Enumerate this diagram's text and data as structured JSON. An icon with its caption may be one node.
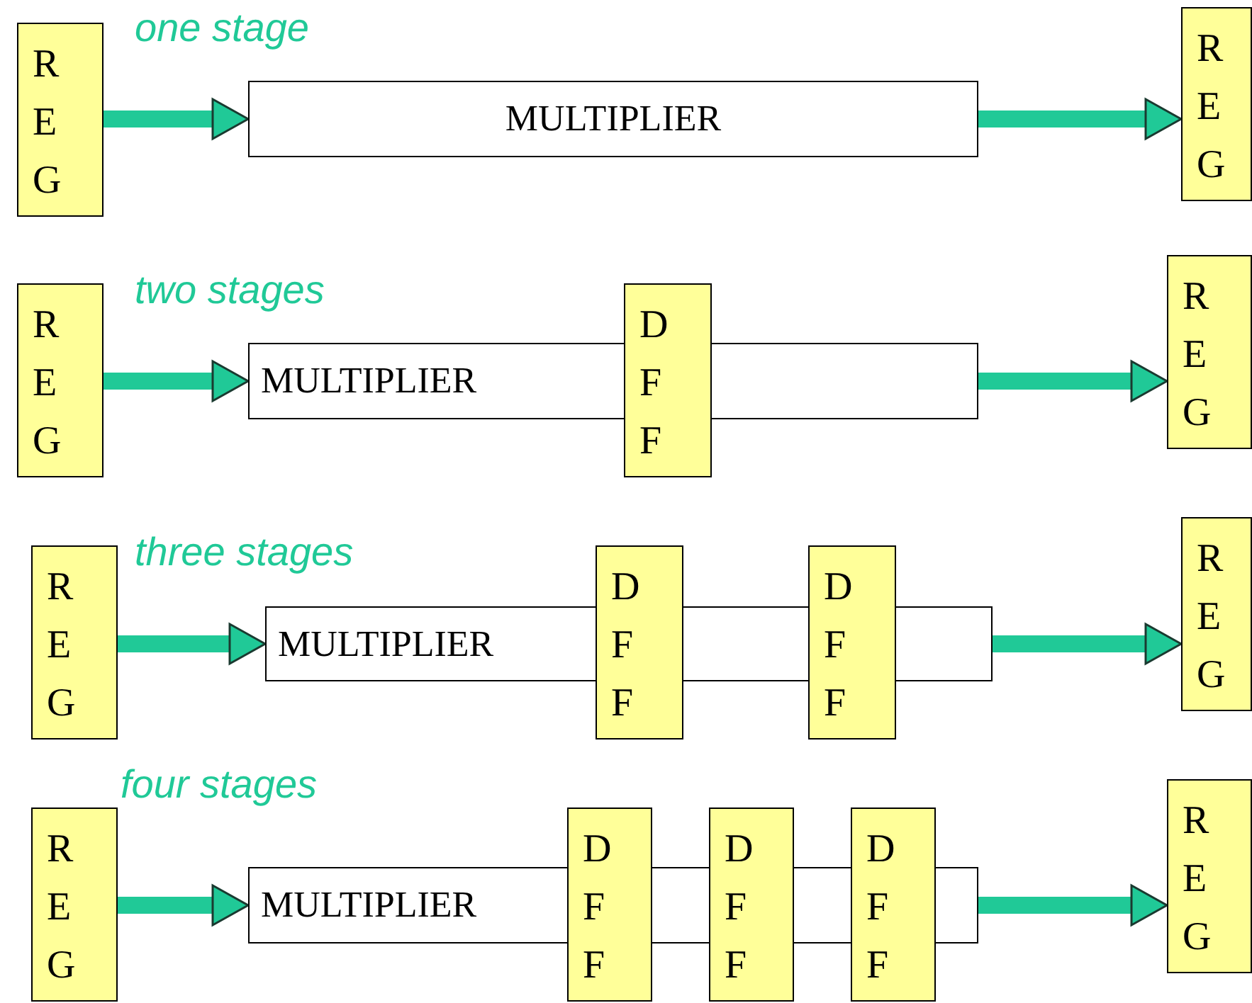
{
  "diagram": {
    "nodes": [
      {
        "text": [
          "R E G"
        ]
      },
      {
        "text": [
          "MULTIPLIER"
        ]
      },
      {
        "text": [
          "R E G"
        ]
      },
      {
        "text": [
          "R E G"
        ]
      },
      {
        "text": [
          "MULTIPLIER"
        ]
      },
      {
        "text": [
          "D F F"
        ]
      },
      {
        "text": [
          "R E G"
        ]
      },
      {
        "text": [
          "R E G"
        ]
      },
      {
        "text": [
          "MULTIPLIER"
        ]
      },
      {
        "text": [
          "D F F"
        ]
      },
      {
        "text": [
          "D F F"
        ]
      },
      {
        "text": [
          "R E G"
        ]
      },
      {
        "text": [
          "R E G"
        ]
      },
      {
        "text": [
          "MULTIPLIER"
        ]
      },
      {
        "text": [
          "D F F"
        ]
      },
      {
        "text": [
          "D F F"
        ]
      },
      {
        "text": [
          "D F F"
        ]
      },
      {
        "text": [
          "R E G"
        ]
      }
    ],
    "edges": [
      {
        "from": 0,
        "to": 1,
        "arrow": "to"
      },
      {
        "from": 1,
        "to": 2,
        "arrow": "to"
      },
      {
        "from": 3,
        "to": 4,
        "arrow": "to"
      },
      {
        "from": 4,
        "to": 6,
        "arrow": "to"
      },
      {
        "from": 7,
        "to": 8,
        "arrow": "to"
      },
      {
        "from": 8,
        "to": 11,
        "arrow": "to"
      },
      {
        "from": 12,
        "to": 13,
        "arrow": "to"
      },
      {
        "from": 13,
        "to": 17,
        "arrow": "to"
      }
    ],
    "labels": [
      "one stage",
      "two stages",
      "three stages",
      "four stages"
    ]
  }
}
